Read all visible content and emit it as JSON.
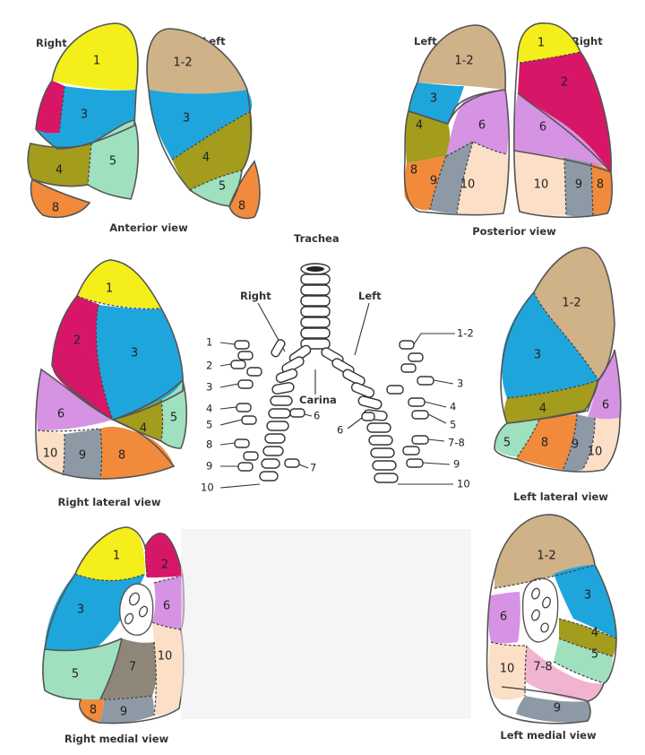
{
  "colors": {
    "yellow": "#f4ee1a",
    "magenta": "#d81668",
    "blue": "#1ea6dc",
    "tan": "#cfb287",
    "olive": "#a39c1d",
    "mint": "#9fe0bf",
    "orange": "#f18a3a",
    "lilac": "#d693e3",
    "peach": "#fbdfc6",
    "slate": "#8d9aa6",
    "gray": "#8e8779",
    "pink": "#f0b4d0"
  },
  "views": {
    "anterior": {
      "caption": "Anterior view",
      "right": "Right",
      "left": "Left"
    },
    "posterior": {
      "caption": "Posterior view",
      "left": "Left",
      "right": "Right"
    },
    "right_lateral": {
      "caption": "Right lateral view"
    },
    "left_lateral": {
      "caption": "Left lateral view"
    },
    "right_medial": {
      "caption": "Right medial view"
    },
    "left_medial": {
      "caption": "Left medial view"
    }
  },
  "bronchi": {
    "trachea": "Trachea",
    "carina": "Carina",
    "right": "Right",
    "left": "Left",
    "right_numbers": [
      "1",
      "2",
      "3",
      "4",
      "5",
      "6",
      "8",
      "9",
      "10",
      "7"
    ],
    "left_numbers": [
      "1-2",
      "3",
      "4",
      "5",
      "6",
      "7-8",
      "9",
      "10"
    ]
  },
  "segments": {
    "s1": "1",
    "s2": "2",
    "s3": "3",
    "s4": "4",
    "s5": "5",
    "s6": "6",
    "s7": "7",
    "s8": "8",
    "s9": "9",
    "s10": "10",
    "s12": "1-2",
    "s78": "7-8"
  }
}
